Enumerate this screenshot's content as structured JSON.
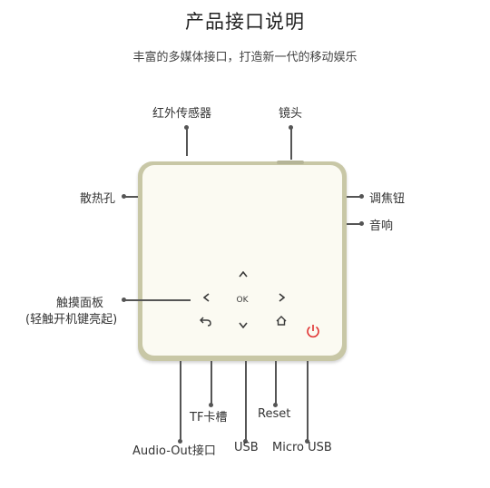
{
  "header": {
    "title": "产品接口说明",
    "subtitle": "丰富的多媒体接口，打造新一代的移动娱乐"
  },
  "labels": {
    "ir_sensor": "红外传感器",
    "lens": "镜头",
    "vent": "散热孔",
    "focus_knob": "调焦钮",
    "speaker": "音响",
    "touch_panel": "触摸面板",
    "touch_panel_note": "(轻触开机键亮起)",
    "tf_slot": "TF卡槽",
    "reset": "Reset",
    "audio_out": "Audio-Out接口",
    "usb": "USB",
    "micro_usb": "Micro USB"
  },
  "touchpad": {
    "up": "^",
    "left": "<",
    "ok": "OK",
    "right": ">",
    "down": "v",
    "back": "↶",
    "home": "⌂"
  },
  "colors": {
    "device_frame": "#c8c7a6",
    "device_face": "#fbfaf2",
    "power_icon": "#e03030",
    "callout_line": "#555555"
  }
}
